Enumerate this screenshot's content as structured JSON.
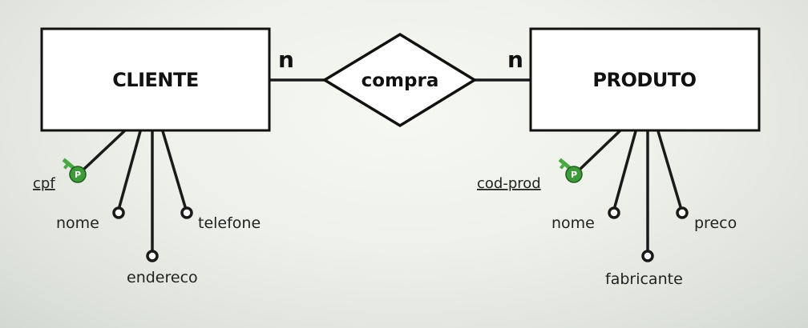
{
  "relationship": {
    "label": "compra",
    "card_left": "n",
    "card_right": "n"
  },
  "entities": {
    "cliente": {
      "name": "CLIENTE",
      "key": "cpf",
      "attrs": [
        "nome",
        "endereco",
        "telefone"
      ]
    },
    "produto": {
      "name": "PRODUTO",
      "key": "cod-prod",
      "attrs": [
        "nome",
        "fabricante",
        "preco"
      ]
    }
  },
  "key_badge_letter": "P",
  "colors": {
    "key_badge": "#3f9a3a",
    "line": "#1a1a1a"
  }
}
